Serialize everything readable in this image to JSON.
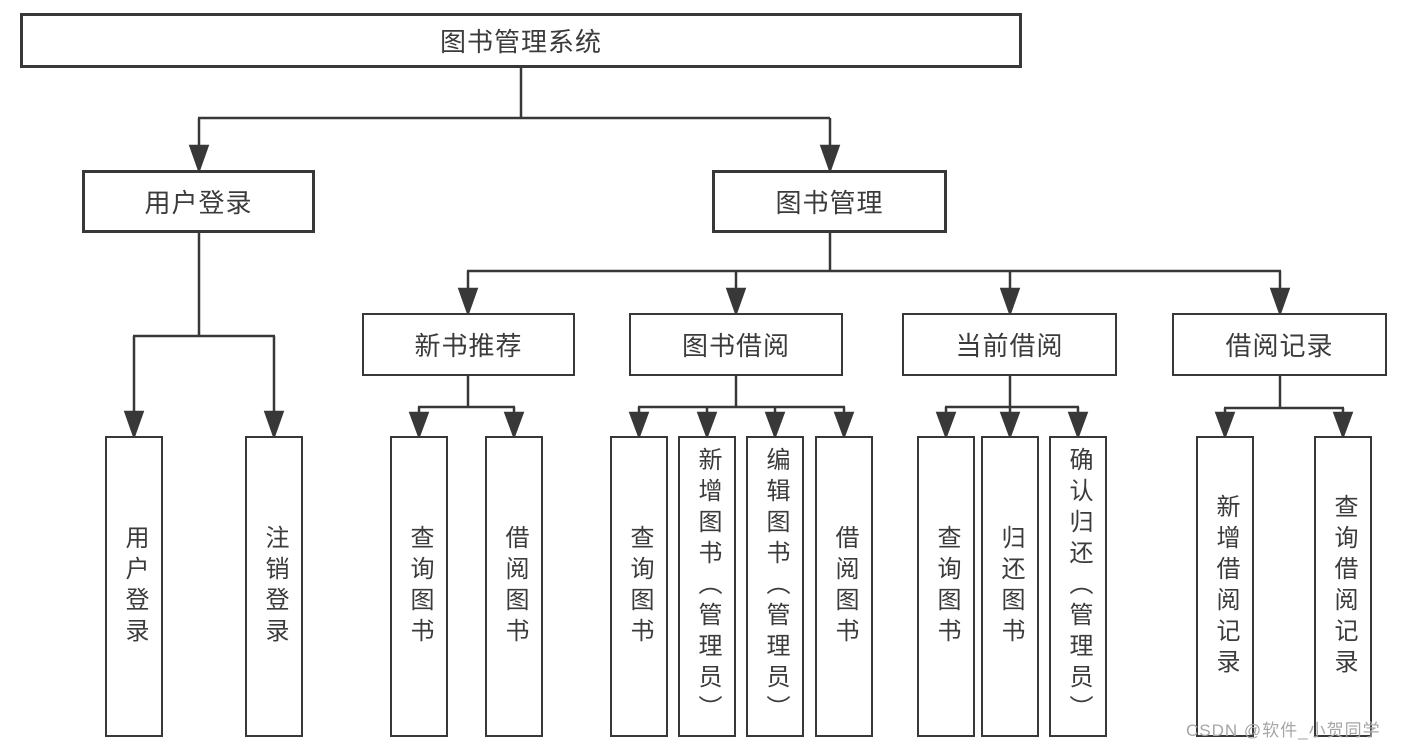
{
  "diagram": {
    "root": "图书管理系统",
    "level2": [
      "用户登录",
      "图书管理"
    ],
    "level3": [
      "新书推荐",
      "图书借阅",
      "当前借阅",
      "借阅记录"
    ],
    "leaves": {
      "user_login": [
        "用户登录",
        "注销登录"
      ],
      "new_book_recommend": [
        "查询图书",
        "借阅图书"
      ],
      "book_borrow": [
        "查询图书",
        "新增图书（管理员）",
        "编辑图书（管理员）",
        "借阅图书"
      ],
      "current_borrow": [
        "查询图书",
        "归还图书",
        "确认归还（管理员）"
      ],
      "borrow_records": [
        "新增借阅记录",
        "查询借阅记录"
      ]
    },
    "watermark": "CSDN @软件_小贺同学",
    "colors": {
      "line": "#383838",
      "text": "#3b3b3b",
      "watermark": "#a6a6a6",
      "background": "#ffffff"
    }
  }
}
